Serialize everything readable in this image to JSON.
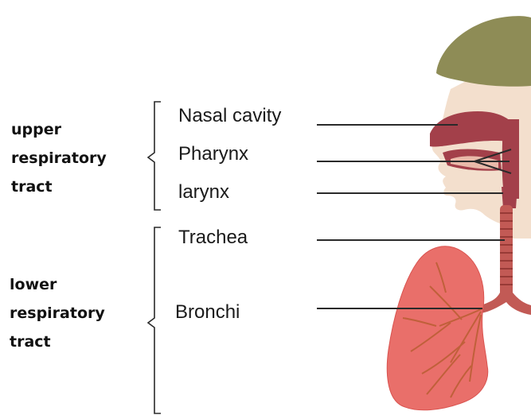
{
  "figure": {
    "groups": [
      {
        "id": "upper",
        "lines": [
          "upper",
          "respiratory",
          "tract"
        ]
      },
      {
        "id": "lower",
        "lines": [
          "lower",
          "respiratory",
          "tract"
        ]
      }
    ],
    "parts": [
      {
        "id": "nasal-cavity",
        "label": "Nasal cavity",
        "group": "upper"
      },
      {
        "id": "pharynx",
        "label": "Pharynx",
        "group": "upper"
      },
      {
        "id": "larynx",
        "label": "larynx",
        "group": "upper"
      },
      {
        "id": "trachea",
        "label": "Trachea",
        "group": "lower"
      },
      {
        "id": "bronchi",
        "label": "Bronchi",
        "group": "lower"
      }
    ],
    "colors": {
      "head": "#8e8c56",
      "face": "#f3dfcd",
      "airway": "#a3404a",
      "trachea": "#c25a55",
      "lung": "#e96f6a",
      "lung_edge": "#d9534f",
      "bronchi": "#c0603a",
      "line": "#2a2a2a",
      "bracket": "#2a2a2a"
    }
  }
}
